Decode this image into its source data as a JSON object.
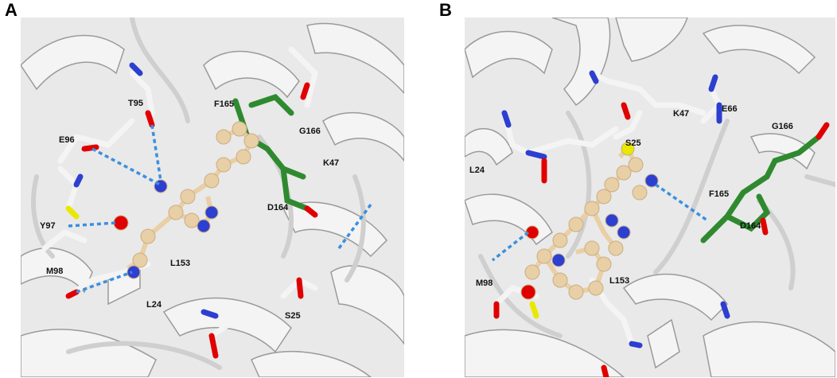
{
  "panels": [
    {
      "letter": "A",
      "residues": [
        "T95",
        "E96",
        "Y97",
        "M98",
        "L153",
        "L24",
        "F165",
        "G166",
        "K47",
        "D164",
        "S25"
      ]
    },
    {
      "letter": "B",
      "residues": [
        "K47",
        "E66",
        "S25",
        "L24",
        "G166",
        "F165",
        "D164",
        "M98",
        "L153"
      ]
    }
  ],
  "colors": {
    "protein": "#f4f4f4",
    "protein_edge": "#9a9a9a",
    "background": "#e9e9e9",
    "ligand": "#e9cfa6",
    "highlight_residue": "#2f8a2f",
    "nitrogen": "#2d3fd0",
    "oxygen": "#e00000",
    "sulfur": "#e8e800",
    "hbond": "#3b8fe0"
  }
}
